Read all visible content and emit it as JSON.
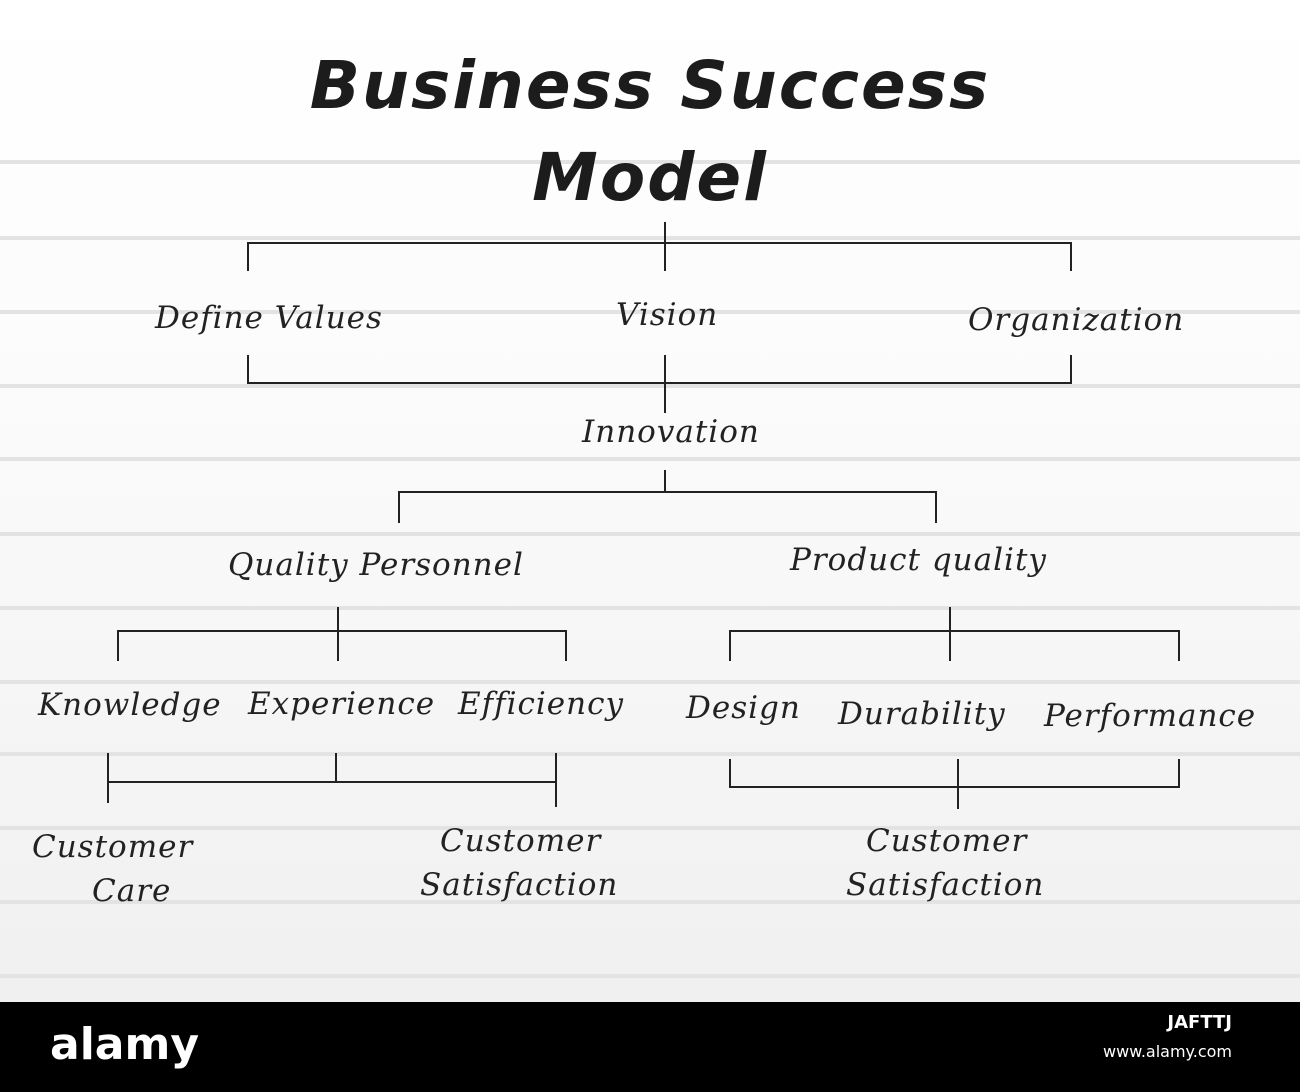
{
  "title": {
    "line1": "Business Success",
    "line2": "Model"
  },
  "level1": {
    "define_values": "Define Values",
    "vision": "Vision",
    "organization": "Organization"
  },
  "innovation": "Innovation",
  "branches": {
    "quality_personnel": {
      "label": "Quality Personnel",
      "items": [
        "Knowledge",
        "Experience",
        "Efficiency"
      ],
      "outcomes": {
        "customer_care": [
          "Customer",
          "Care"
        ],
        "customer_satisfaction": [
          "Customer",
          "Satisfaction"
        ]
      }
    },
    "product_quality": {
      "label": "Product quality",
      "items": [
        "Design",
        "Durability",
        "Performance"
      ],
      "outcome": [
        "Customer",
        "Satisfaction"
      ]
    }
  },
  "footer": {
    "brand": "alamy",
    "image_id": "JAFTTJ",
    "site": "www.alamy.com"
  },
  "colors": {
    "line": "#222222",
    "rule": "#e3e3e3",
    "footer": "#000000",
    "text": "#222222"
  }
}
